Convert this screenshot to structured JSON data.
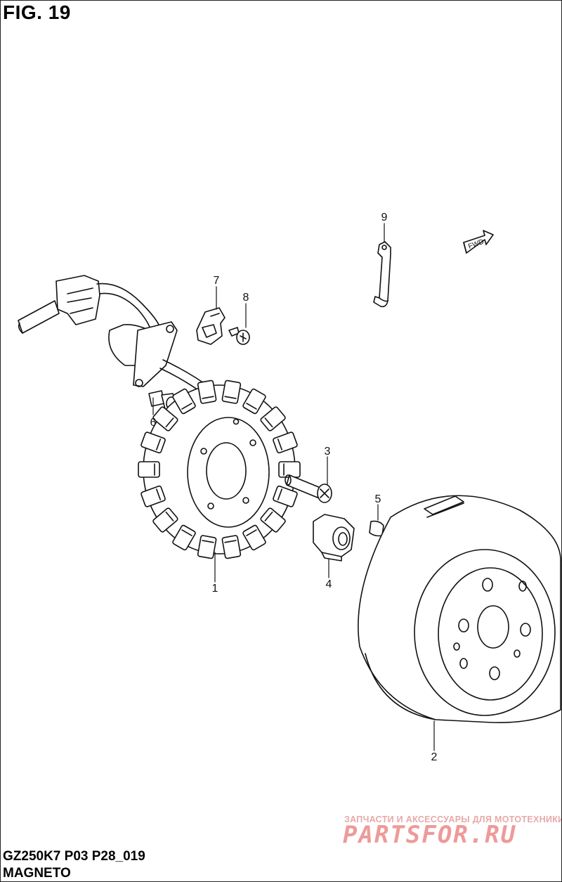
{
  "figure": {
    "title": "FIG. 19",
    "model_code": "GZ250K7 P03 P28_019",
    "caption": "MAGNETO"
  },
  "callouts": [
    "1",
    "2",
    "3",
    "4",
    "5",
    "6",
    "7",
    "8",
    "9"
  ],
  "fwd_label": "FWD",
  "watermark": {
    "subtitle": "ЗАПЧАСТИ И АКСЕССУАРЫ ДЛЯ МОТОТЕХНИКИ",
    "logo": "PARTSFOR.RU",
    "color": "#ee9a9a"
  },
  "colors": {
    "line": "#111111",
    "paper": "#ffffff"
  }
}
